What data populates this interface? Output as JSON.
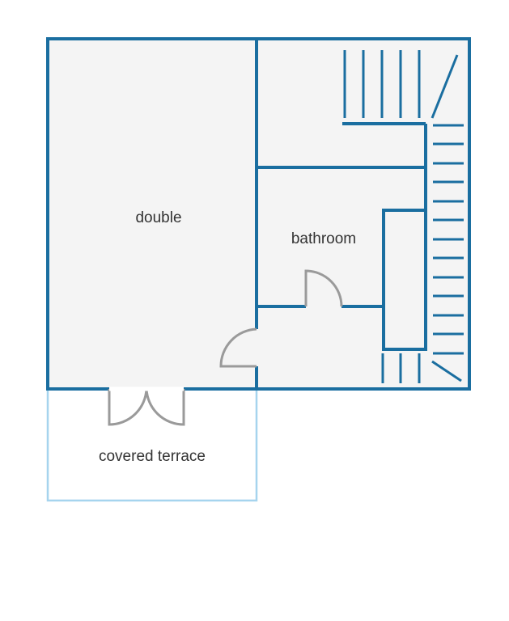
{
  "rooms": [
    {
      "id": "double",
      "label": "double"
    },
    {
      "id": "bathroom",
      "label": "bathroom"
    },
    {
      "id": "terrace",
      "label": "covered terrace"
    }
  ],
  "colors": {
    "wall": "#1a6ea0",
    "terrace_outline": "#a6d4ee",
    "floor": "#f4f4f4",
    "door": "#9a9a9a",
    "label": "#333333",
    "background": "#ffffff"
  }
}
